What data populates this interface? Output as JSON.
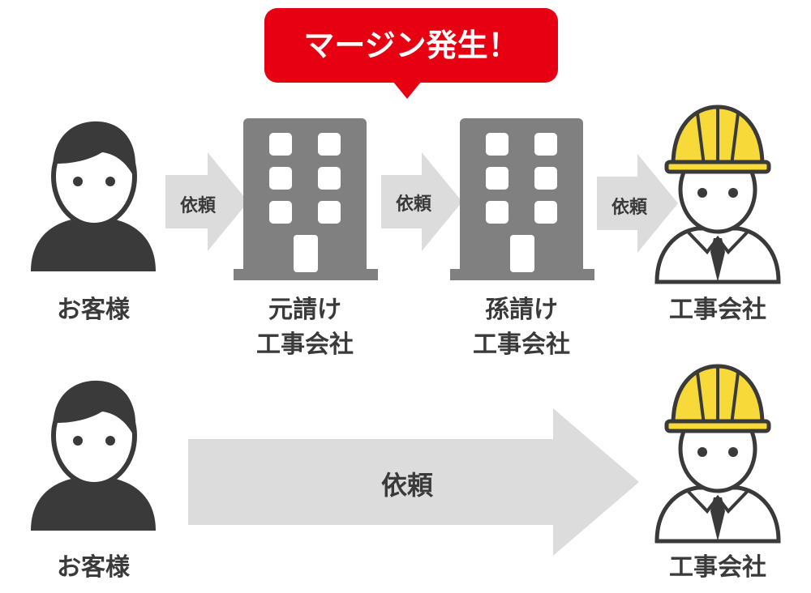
{
  "callout": {
    "text": "マージン発生！",
    "color": "#e60012"
  },
  "top_flow": {
    "nodes": [
      {
        "id": "customer",
        "label_lines": [
          "お客様"
        ]
      },
      {
        "id": "prime",
        "label_lines": [
          "元請け",
          "工事会社"
        ]
      },
      {
        "id": "sub",
        "label_lines": [
          "孫請け",
          "工事会社"
        ]
      },
      {
        "id": "contractor",
        "label_lines": [
          "工事会社"
        ]
      }
    ],
    "arrows": [
      "依頼",
      "依頼",
      "依頼"
    ]
  },
  "bottom_flow": {
    "nodes": [
      {
        "id": "customer",
        "label_lines": [
          "お客様"
        ]
      },
      {
        "id": "contractor",
        "label_lines": [
          "工事会社"
        ]
      }
    ],
    "arrow": "依頼"
  },
  "colors": {
    "person_dark": "#3a3a3a",
    "building": "#808080",
    "arrow": "#dcdcdc",
    "helmet": "#f7d93a",
    "text": "#3a3a3a"
  },
  "icons": [
    "person-icon",
    "building-icon",
    "worker-icon",
    "arrow-icon"
  ]
}
